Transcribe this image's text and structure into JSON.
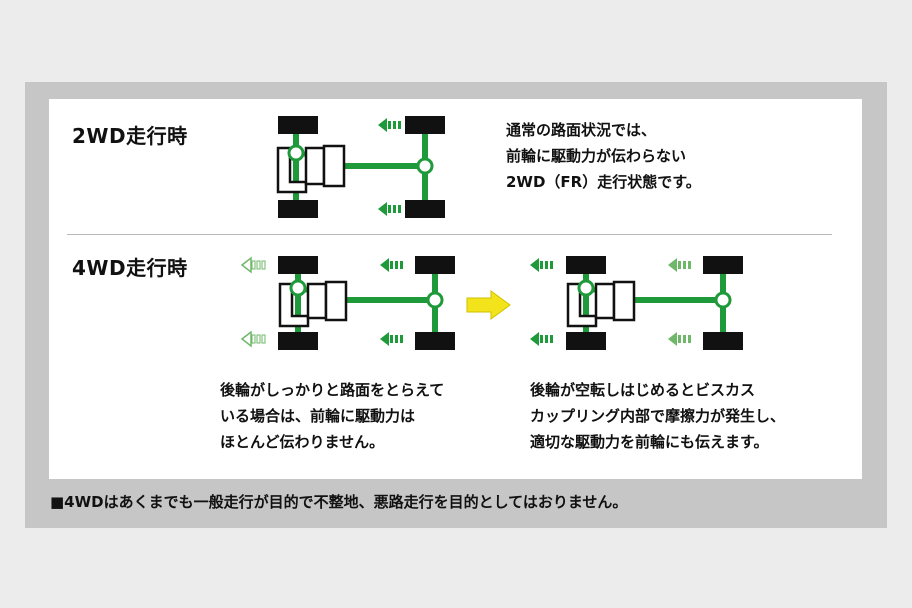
{
  "section_2wd": {
    "heading": "2WD走行時",
    "description": [
      "通常の路面状況では、",
      "前輪に駆動力が伝わらない",
      "2WD（FR）走行状態です。"
    ]
  },
  "section_4wd": {
    "heading": "4WD走行時",
    "left_description": [
      "後輪がしっかりと路面をとらえて",
      "いる場合は、前輪に駆動力は",
      "ほとんど伝わりません。"
    ],
    "right_description": [
      "後輪が空転しはじめるとビスカス",
      "カップリング内部で摩擦力が発生し、",
      "適切な駆動力を前輪にも伝えます。"
    ]
  },
  "footnote": "■4WDはあくまでも一般走行が目的で不整地、悪路走行を目的としてはおりません。",
  "colors": {
    "drive_green": "#1f9a3a",
    "light_green": "#6fb86a",
    "transition_arrow_yellow": "#f2e31a",
    "wheel_black": "#111111"
  }
}
